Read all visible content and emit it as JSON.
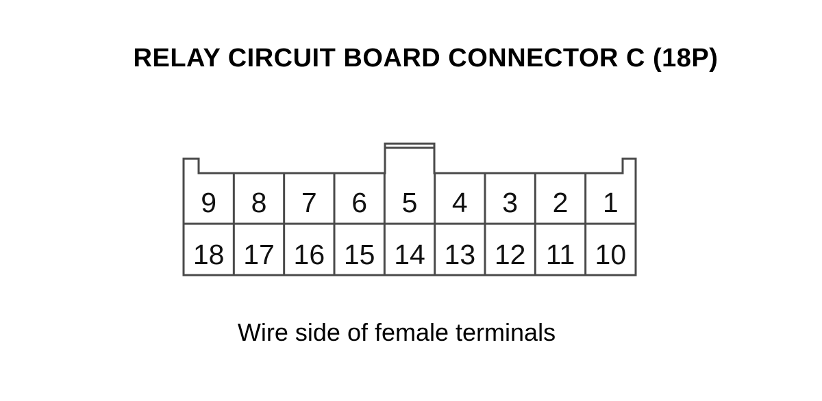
{
  "title": "RELAY CIRCUIT BOARD CONNECTOR C (18P)",
  "subtitle": "Wire side of female terminals",
  "connector": {
    "top_row": [
      "9",
      "8",
      "7",
      "6",
      "5",
      "4",
      "3",
      "2",
      "1"
    ],
    "bottom_row": [
      "18",
      "17",
      "16",
      "15",
      "14",
      "13",
      "12",
      "11",
      "10"
    ],
    "outline_color": "#4a4a4a"
  }
}
